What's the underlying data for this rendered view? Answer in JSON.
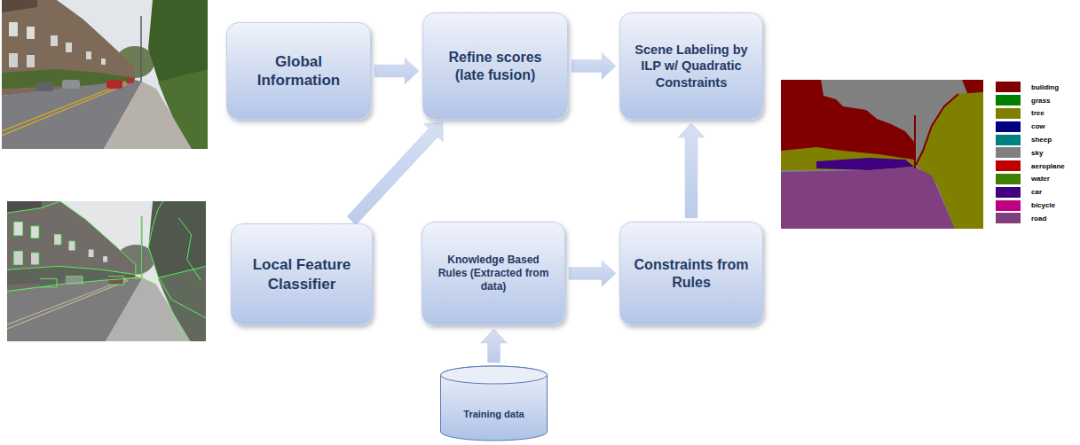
{
  "diagram": {
    "nodes": [
      {
        "text": [
          "Global Information"
        ]
      },
      {
        "text": [
          "Refine scores (late fusion)"
        ]
      },
      {
        "text": [
          "Scene Labeling by ILP w/ Quadratic Constraints"
        ]
      },
      {
        "text": [
          "Local Feature Classifier"
        ]
      },
      {
        "text": [
          "Knowledge Based Rules (Extracted from data)"
        ]
      },
      {
        "text": [
          "Constraints from Rules"
        ]
      },
      {
        "text": [
          "Training data"
        ]
      }
    ],
    "edges": [
      {
        "from": 0,
        "to": 1,
        "arrow": "to"
      },
      {
        "from": 1,
        "to": 2,
        "arrow": "to"
      },
      {
        "from": 3,
        "to": 1,
        "arrow": "to"
      },
      {
        "from": 4,
        "to": 5,
        "arrow": "to"
      },
      {
        "from": 5,
        "to": 2,
        "arrow": "to"
      },
      {
        "from": 6,
        "to": 4,
        "arrow": "to"
      }
    ],
    "legend": [
      {
        "text": "building",
        "color": "#800000"
      },
      {
        "text": "grass",
        "color": "#008000"
      },
      {
        "text": "tree",
        "color": "#808000"
      },
      {
        "text": "cow",
        "color": "#000080"
      },
      {
        "text": "sheep",
        "color": "#008080"
      },
      {
        "text": "sky",
        "color": "#808080"
      },
      {
        "text": "aeroplane",
        "color": "#c00000"
      },
      {
        "text": "water",
        "color": "#408000"
      },
      {
        "text": "car",
        "color": "#400080"
      },
      {
        "text": "bicycle",
        "color": "#c00080"
      },
      {
        "text": "road",
        "color": "#804080"
      }
    ]
  }
}
